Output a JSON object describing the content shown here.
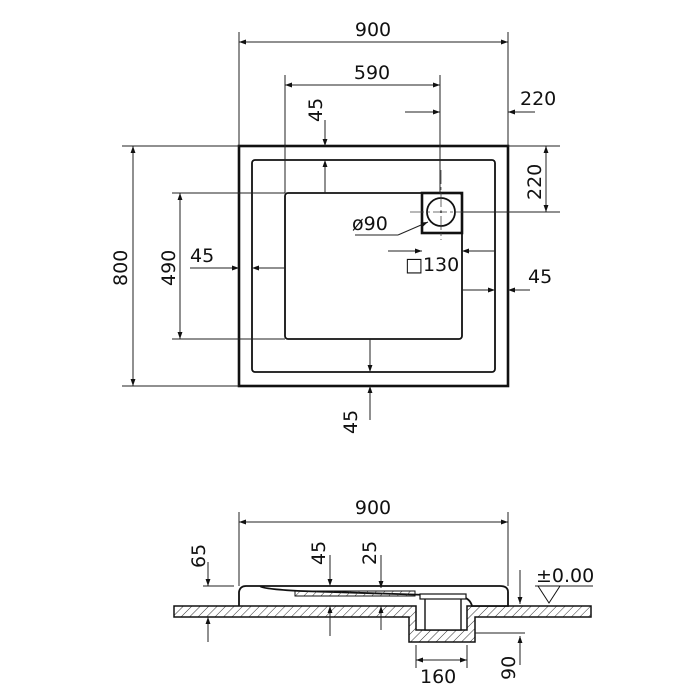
{
  "top_view": {
    "overall_width": "900",
    "basin_width": "590",
    "drain_offset_x": "220",
    "drain_offset_y": "220",
    "rim_top": "45",
    "rim_left": "45",
    "rim_right": "45",
    "rim_bottom": "45",
    "overall_length": "800",
    "basin_length": "490",
    "drain_diameter": "ø90",
    "drain_square": "□130"
  },
  "section_view": {
    "overall_width": "900",
    "height": "65",
    "depth_a": "45",
    "depth_b": "25",
    "floor_level": "±0.00",
    "pit_width": "160",
    "pit_depth": "90"
  }
}
